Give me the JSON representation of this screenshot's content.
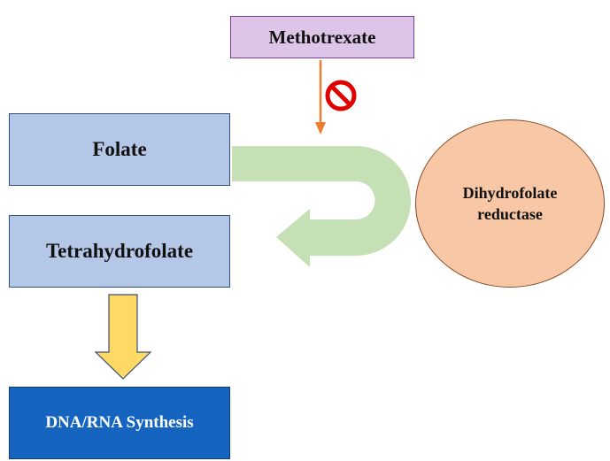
{
  "nodes": {
    "inhibitor": "Methotrexate",
    "substrate": "Folate",
    "product": "Tetrahydrofolate",
    "outcome": "DNA/RNA Synthesis",
    "enzyme_line1": "Dihydrofolate",
    "enzyme_line2": "reductase"
  },
  "colors": {
    "inhibitor_fill": "#dcc5e6",
    "folate_fill": "#b4c7e7",
    "outcome_fill": "#1565c0",
    "enzyme_fill": "#f7c7a6",
    "u_arrow": "#c5e0b4",
    "down_arrow": "#ffd966",
    "inhibit_arrow": "#ed7d31",
    "block_symbol": "#e00000"
  },
  "icons": {
    "inhibition": "prohibition-icon"
  }
}
